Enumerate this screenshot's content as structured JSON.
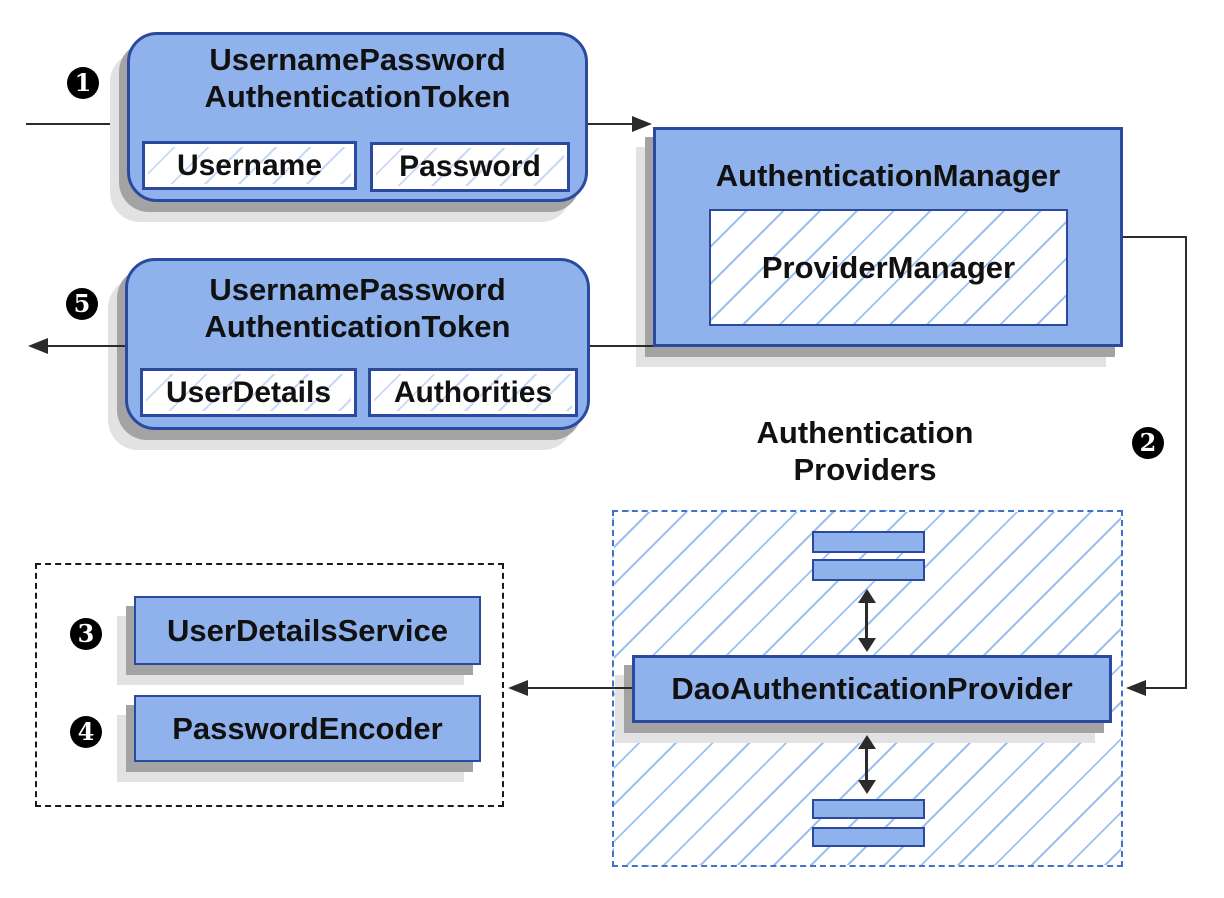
{
  "colors": {
    "box-fill": "#8fb2ec",
    "box-border": "#2b4a9e",
    "hatch-line": "#9cc0f0",
    "hatch-line-light": "#c6d9f7",
    "dashed-blue": "#4272c8",
    "dashed-black": "#1a1a1a",
    "line": "#2b2b2b",
    "badge-bg": "#000000",
    "badge-fg": "#ffffff"
  },
  "badges": {
    "step1": "1",
    "step2": "2",
    "step3": "3",
    "step4": "4",
    "step5": "5"
  },
  "token_request": {
    "title1": "UsernamePassword",
    "title2": "AuthenticationToken",
    "field1": "Username",
    "field2": "Password"
  },
  "auth_manager": {
    "title": "AuthenticationManager",
    "inner": "ProviderManager"
  },
  "token_response": {
    "title1": "UsernamePassword",
    "title2": "AuthenticationToken",
    "field1": "UserDetails",
    "field2": "Authorities"
  },
  "providers": {
    "label1": "Authentication",
    "label2": "Providers"
  },
  "dao": {
    "title": "DaoAuthenticationProvider"
  },
  "services": {
    "user_details_service": "UserDetailsService",
    "password_encoder": "PasswordEncoder"
  }
}
